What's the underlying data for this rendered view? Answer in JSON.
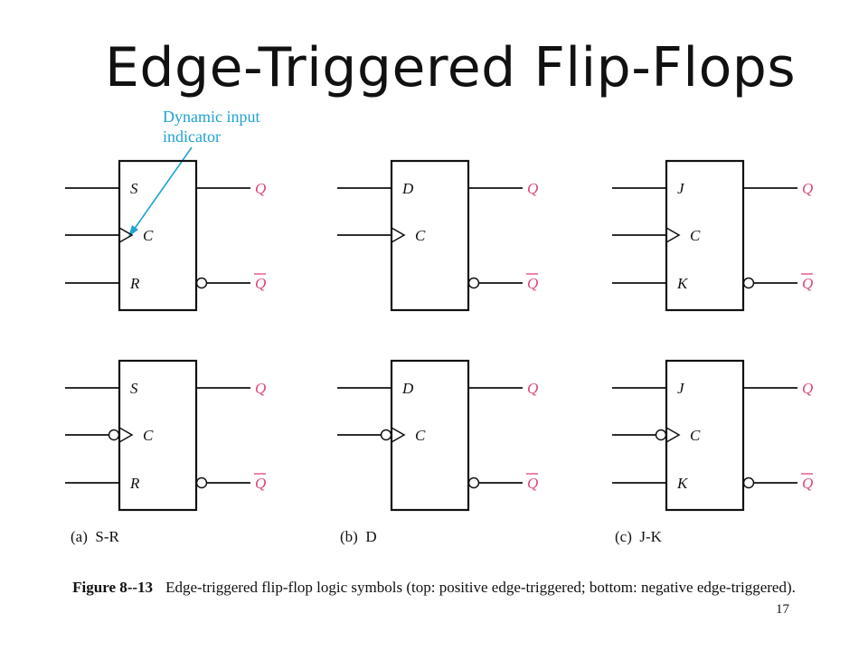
{
  "slide": {
    "title": "Edge-Triggered Flip-Flops",
    "page_number": "17"
  },
  "annotation": {
    "line1": "Dynamic input",
    "line2": "indicator"
  },
  "flipflops": [
    {
      "pins": [
        "S",
        "C",
        "R"
      ],
      "outputs": [
        "Q",
        "Q"
      ],
      "caption": "(a)  S-R"
    },
    {
      "pins": [
        "D",
        "C"
      ],
      "outputs": [
        "Q",
        "Q"
      ],
      "caption": "(b)  D"
    },
    {
      "pins": [
        "J",
        "C",
        "K"
      ],
      "outputs": [
        "Q",
        "Q"
      ],
      "caption": "(c)  J-K"
    }
  ],
  "figure": {
    "label": "Figure 8--13",
    "text": "Edge-triggered  flip-flop logic symbols (top: positive edge-triggered;  bottom: negative edge-triggered)."
  },
  "colors": {
    "annotation": "#1fa3d1",
    "output_label": "#e0457b",
    "line": "#111111"
  }
}
